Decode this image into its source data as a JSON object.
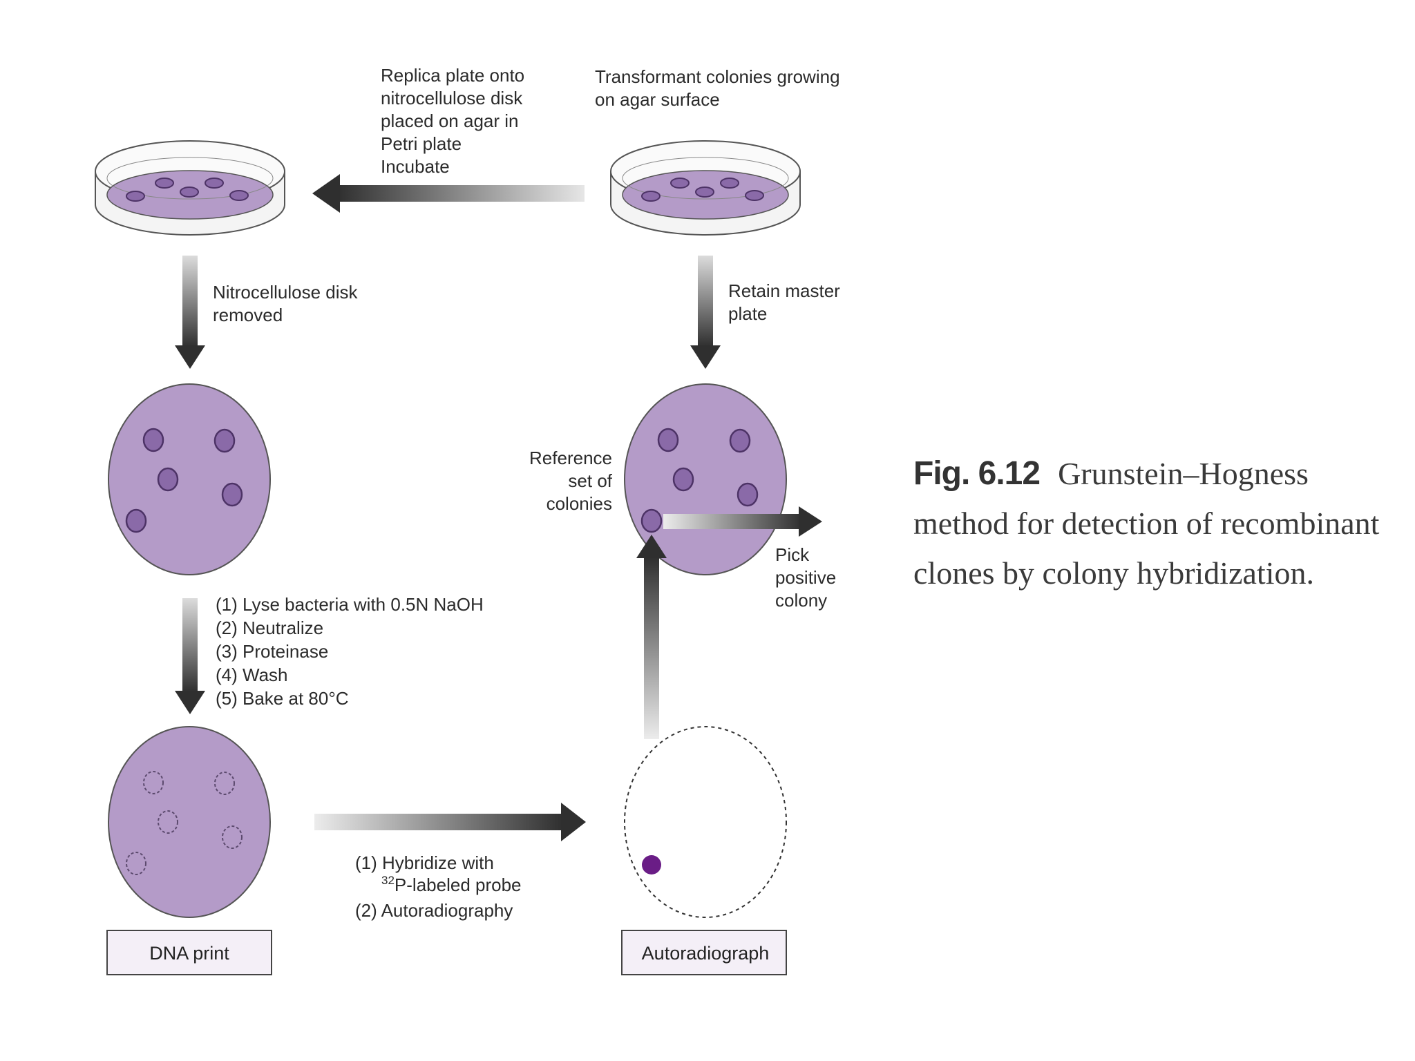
{
  "labels": {
    "replica": [
      "Replica plate onto",
      "nitrocellulose disk",
      "placed on agar in",
      "Petri plate",
      "Incubate"
    ],
    "transformant": [
      "Transformant colonies growing",
      "on agar surface"
    ],
    "disk_removed": [
      "Nitrocellulose disk",
      "removed"
    ],
    "retain": [
      "Retain master",
      "plate"
    ],
    "reference": [
      "Reference",
      "set of",
      "colonies"
    ],
    "pick": [
      "Pick",
      "positive",
      "colony"
    ],
    "lyse_steps": [
      "(1) Lyse bacteria with 0.5N NaOH",
      "(2) Neutralize",
      "(3) Proteinase",
      "(4) Wash",
      "(5) Bake at 80°C"
    ],
    "hybridize_prefix": "(1) Hybridize with",
    "probe_superscript": "32",
    "probe_rest": "P-labeled probe",
    "autoradiography_step": "(2) Autoradiography",
    "dna_print": "DNA print",
    "autoradiograph": "Autoradiograph"
  },
  "caption": {
    "fig_number": "Fig. 6.12",
    "line1": "Grunstein–Hogness",
    "line2": "method for detection of recombinant",
    "line3": "clones by colony hybridization."
  },
  "colors": {
    "plate_fill": "#b49bc8",
    "colony_fill": "#8a6aa8",
    "colony_stroke": "#5c3f7a",
    "positive_spot": "#6a1d86",
    "arrow_dark": "#3a3a3a"
  }
}
